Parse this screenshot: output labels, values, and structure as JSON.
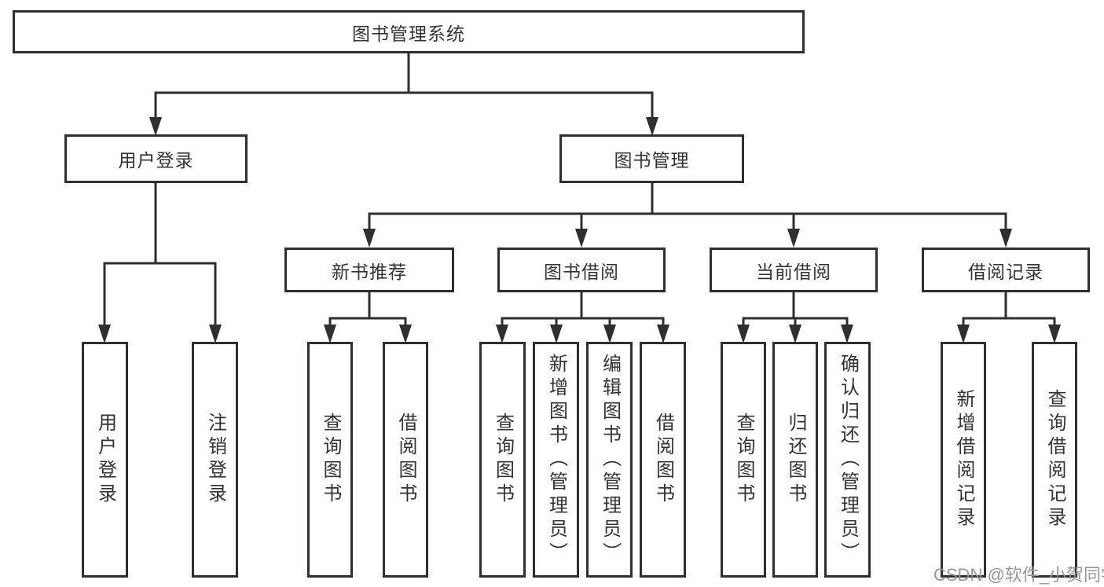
{
  "diagram": {
    "root": {
      "label": "图书管理系统"
    },
    "branches": [
      {
        "label": "用户登录",
        "children": [
          {
            "label": "用户登录"
          },
          {
            "label": "注销登录"
          }
        ]
      },
      {
        "label": "图书管理",
        "sections": [
          {
            "label": "新书推荐",
            "children": [
              {
                "label": "查询图书"
              },
              {
                "label": "借阅图书"
              }
            ]
          },
          {
            "label": "图书借阅",
            "children": [
              {
                "label": "查询图书"
              },
              {
                "label": "新增图书（管理员）"
              },
              {
                "label": "编辑图书（管理员）"
              },
              {
                "label": "借阅图书"
              }
            ]
          },
          {
            "label": "当前借阅",
            "children": [
              {
                "label": "查询图书"
              },
              {
                "label": "归还图书"
              },
              {
                "label": "确认归还（管理员）"
              }
            ]
          },
          {
            "label": "借阅记录",
            "children": [
              {
                "label": "新增借阅记录"
              },
              {
                "label": "查询借阅记录"
              }
            ]
          }
        ]
      }
    ]
  },
  "watermark": {
    "text": "CSDN @软件_小贺同学"
  },
  "colors": {
    "line": "#2f2f2f",
    "text": "#333333",
    "box_background": "#ffffff",
    "watermark": "#979797"
  }
}
